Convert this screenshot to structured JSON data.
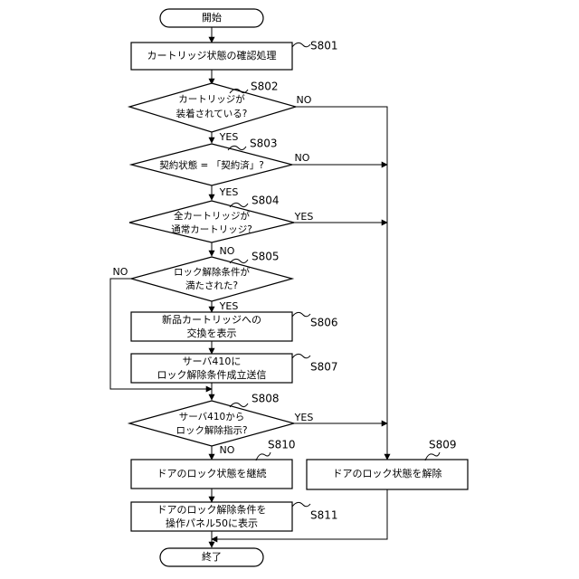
{
  "nodes": {
    "start": {
      "label": "開始"
    },
    "s801": {
      "step": "S801",
      "label": "カートリッジ状態の確認処理"
    },
    "s802": {
      "step": "S802",
      "line1": "カートリッジが",
      "line2": "装着されている?"
    },
    "s803": {
      "step": "S803",
      "label": "契約状態 = 「契約済」?"
    },
    "s804": {
      "step": "S804",
      "line1": "全カートリッジが",
      "line2": "通常カートリッジ?"
    },
    "s805": {
      "step": "S805",
      "line1": "ロック解除条件が",
      "line2": "満たされた?"
    },
    "s806": {
      "step": "S806",
      "line1": "新品カートリッジへの",
      "line2": "交換を表示"
    },
    "s807": {
      "step": "S807",
      "line1": "サーバ410に",
      "line2": "ロック解除条件成立送信"
    },
    "s808": {
      "step": "S808",
      "line1": "サーバ410から",
      "line2": "ロック解除指示?"
    },
    "s809": {
      "step": "S809",
      "label": "ドアのロック状態を解除"
    },
    "s810": {
      "step": "S810",
      "label": "ドアのロック状態を継続"
    },
    "s811": {
      "step": "S811",
      "line1": "ドアのロック解除条件を",
      "line2": "操作パネル50に表示"
    },
    "end": {
      "label": "終了"
    }
  },
  "branches": {
    "s802_no": "NO",
    "s802_yes": "YES",
    "s803_no": "NO",
    "s803_yes": "YES",
    "s804_yes": "YES",
    "s804_no": "NO",
    "s805_no": "NO",
    "s805_yes": "YES",
    "s808_yes": "YES",
    "s808_no": "NO"
  }
}
